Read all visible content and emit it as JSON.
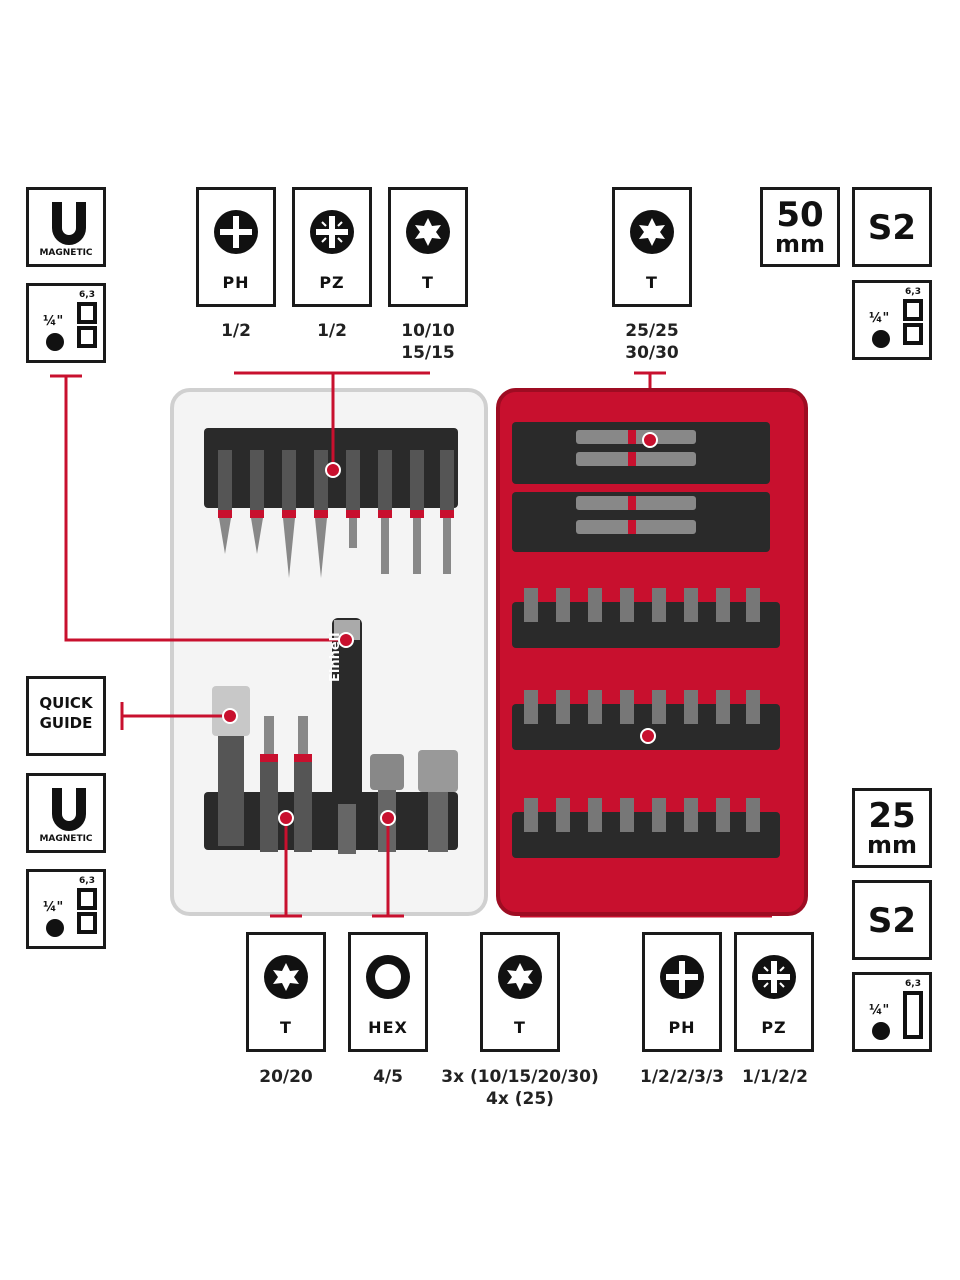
{
  "left_column": {
    "magnetic_top": {
      "label": "MAGNETIC"
    },
    "hex_top": {
      "size": "6,3",
      "quarter": "¼\""
    },
    "quick_guide": {
      "line1": "QUICK",
      "line2": "GUIDE"
    },
    "magnetic_bottom": {
      "label": "MAGNETIC"
    },
    "hex_bottom": {
      "size": "6,3",
      "quarter": "¼\""
    }
  },
  "right_column": {
    "length_top": {
      "value": "50",
      "unit": "mm"
    },
    "material_top": "S2",
    "hex_top": {
      "size": "6,3",
      "quarter": "¼\""
    },
    "length_bottom": {
      "value": "25",
      "unit": "mm"
    },
    "material_bottom": "S2",
    "hex_bottom": {
      "size": "6,3",
      "quarter": "¼\""
    }
  },
  "top_icons": [
    {
      "label": "PH",
      "caption": "1/2",
      "symbol": "phillips-icon"
    },
    {
      "label": "PZ",
      "caption": "1/2",
      "symbol": "pozidriv-icon"
    },
    {
      "label": "T",
      "caption_lines": [
        "10/10",
        "15/15"
      ],
      "symbol": "torx-icon"
    },
    {
      "label": "T",
      "caption_lines": [
        "25/25",
        "30/30"
      ],
      "symbol": "torx-icon"
    }
  ],
  "bottom_icons": [
    {
      "label": "T",
      "caption": "20/20",
      "symbol": "torx-icon"
    },
    {
      "label": "HEX",
      "caption": "4/5",
      "symbol": "hex-nut-icon"
    },
    {
      "label": "T",
      "caption_lines": [
        "3x (10/15/20/30)",
        "4x (25)"
      ],
      "symbol": "torx-icon"
    },
    {
      "label": "PH",
      "caption": "1/2/2/3/3",
      "symbol": "phillips-icon"
    },
    {
      "label": "PZ",
      "caption": "1/1/2/2",
      "symbol": "pozidriv-icon"
    }
  ],
  "case": {
    "brand": "Einhell"
  },
  "colors": {
    "accent": "#c8102e",
    "dark": "#1a1a1a"
  }
}
